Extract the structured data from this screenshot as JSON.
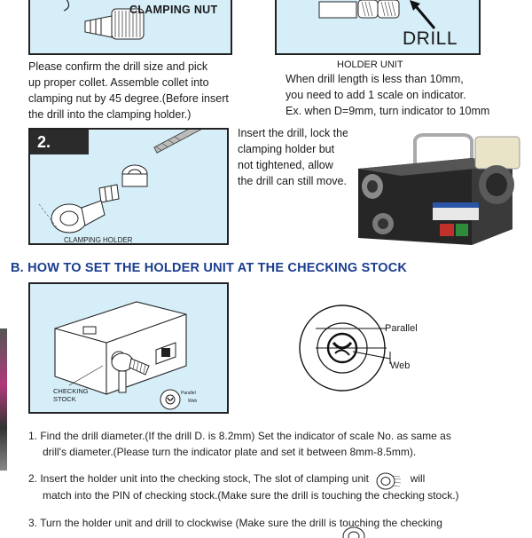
{
  "step1": {
    "clamping_nut_label": "CLAMPING NUT",
    "instructions": [
      "Please confirm the drill size and pick",
      "up proper collet. Assemble collet into",
      "clamping nut by 45 degree.(Before insert",
      "the drill into the clamping holder.)"
    ]
  },
  "holder_unit": {
    "drill_label": "DRILL",
    "title": "HOLDER UNIT",
    "notes": [
      "When drill length is less than 10mm,",
      "you need to add 1 scale on indicator.",
      "Ex. when D=9mm, turn indicator to 10mm"
    ]
  },
  "step2": {
    "badge": "2.",
    "clamping_holder_label": "CLAMPING HOLDER",
    "instructions": [
      "Insert the drill, lock the",
      "clamping holder but",
      "not tightened, allow",
      "the drill can still move."
    ]
  },
  "section_b": {
    "title": "B. HOW TO SET THE HOLDER UNIT AT THE CHECKING STOCK",
    "checking_stock_label_1": "CHECKING",
    "checking_stock_label_2": "STOCK",
    "mini_label_parallel": "Parallel",
    "mini_label_web": "Web",
    "diagram_parallel": "Parallel",
    "diagram_web": "Web",
    "steps": [
      {
        "line1": "1. Find the drill diameter.(If the drill D. is 8.2mm) Set the indicator of scale No. as same as",
        "line2": "drill's diameter.(Please turn the indicator plate and set it between 8mm-8.5mm)."
      },
      {
        "line1a": "2. Insert the holder unit into the checking stock, The slot of clamping unit",
        "line1b": "will",
        "line2": "match into the PIN of checking stock.(Make sure the drill is touching the checking stock.)"
      },
      {
        "line1": "3. Turn the holder unit and drill to clockwise (Make sure the drill is touching the checking"
      }
    ]
  },
  "colors": {
    "panel_bg": "#d6eef8",
    "title_blue": "#1b3d8f",
    "badge_bg": "#2b2b2b"
  }
}
